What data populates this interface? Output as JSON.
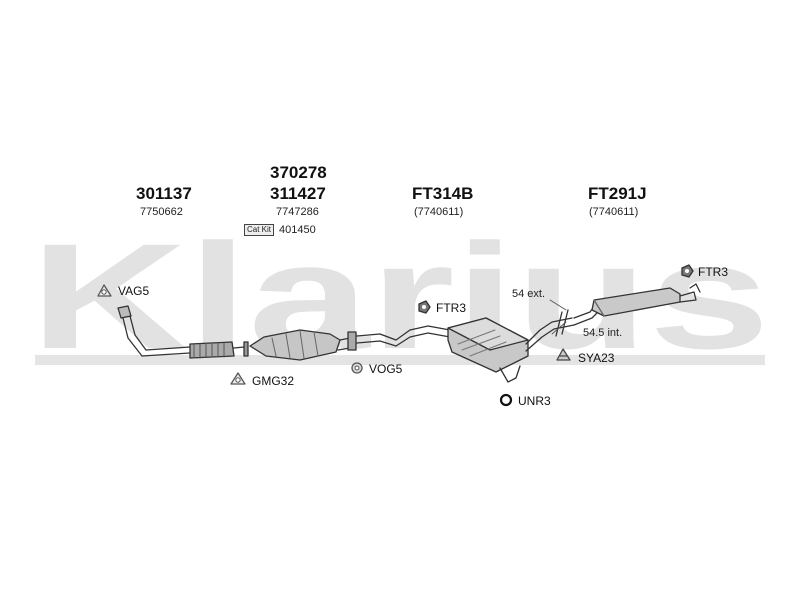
{
  "parts": {
    "p1": {
      "number": "301137",
      "oe": "7750662"
    },
    "p2": {
      "number_top": "370278",
      "number": "311427",
      "oe": "7747286",
      "catkit_label": "Cat Kit",
      "catkit_value": "401450"
    },
    "p3": {
      "number": "FT314B",
      "oe": "(7740611)"
    },
    "p4": {
      "number": "FT291J",
      "oe": "(7740611)"
    }
  },
  "fittings": {
    "vag5": "VAG5",
    "gmg32": "GMG32",
    "vog5": "VOG5",
    "ftr3_mid": "FTR3",
    "ftr3_right": "FTR3",
    "sya23": "SYA23",
    "unr3": "UNR3"
  },
  "notes": {
    "ext": "54 ext.",
    "int": "54.5 int."
  },
  "watermark": {
    "text": "Klarius",
    "color": "#e2e2e2"
  }
}
